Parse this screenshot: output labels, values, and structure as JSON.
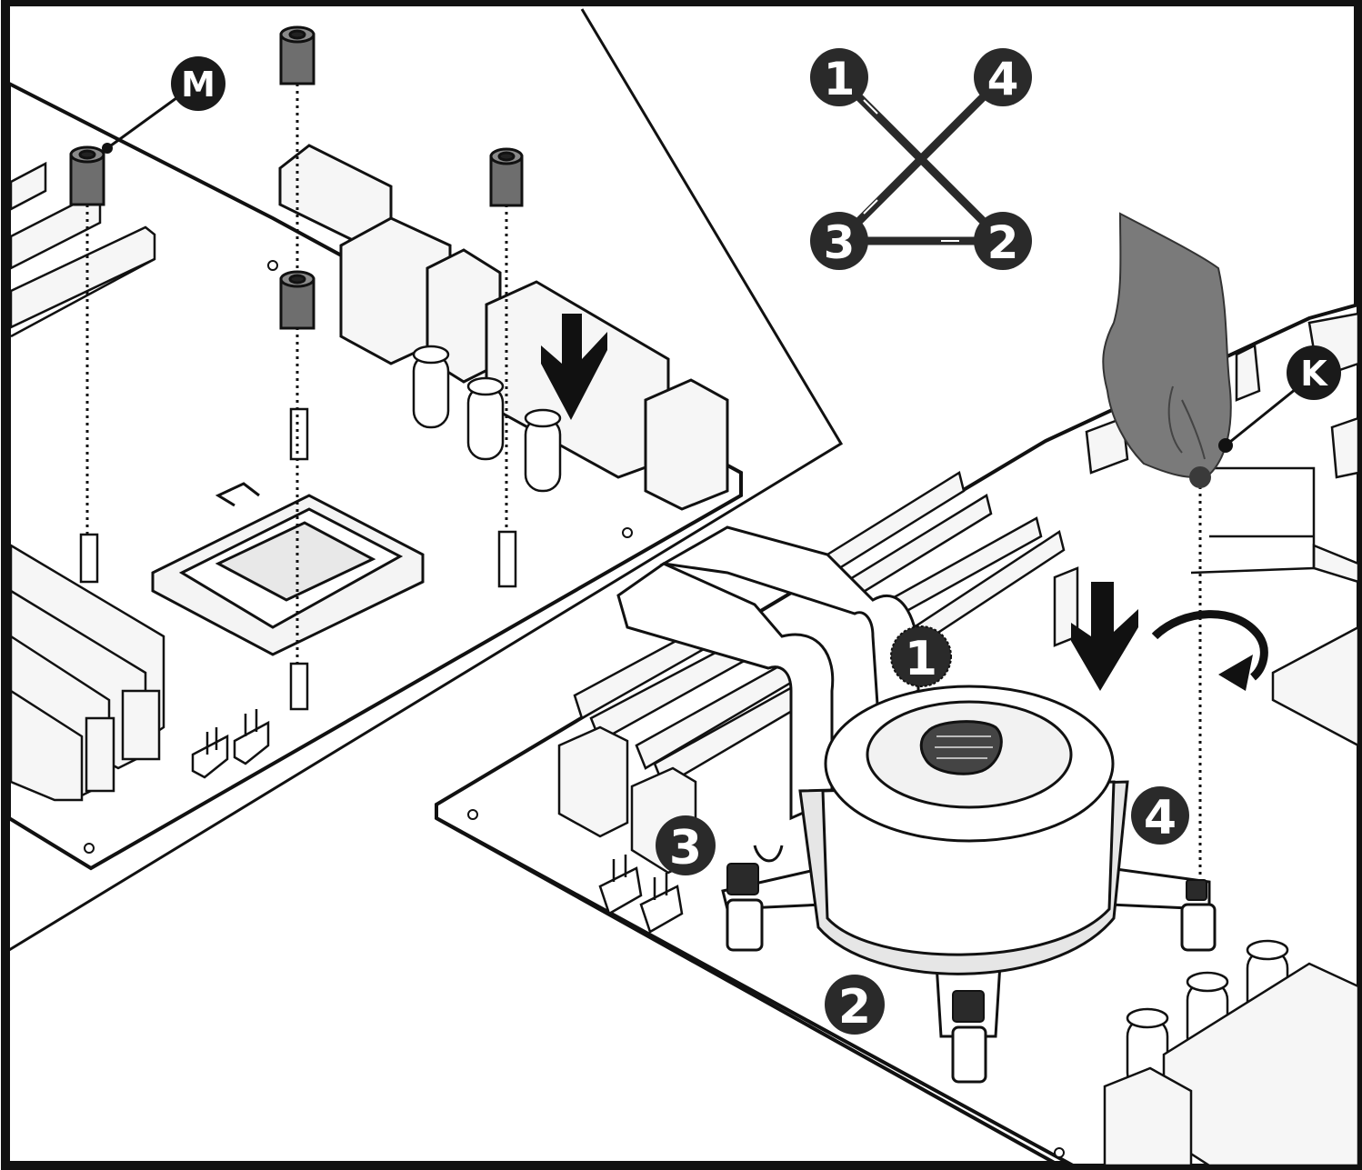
{
  "callouts": {
    "m": "M",
    "k": "K"
  },
  "order": {
    "one": "1",
    "two": "2",
    "three": "3",
    "four": "4"
  },
  "colors": {
    "ink": "#1a1a1a",
    "board": "#ffffff",
    "part_fill": "#f4f4f4",
    "standoff": "#6e6e6e",
    "hand": "#7a7a7a",
    "marker": "#2a2a2a",
    "marker_text": "#ffffff"
  }
}
